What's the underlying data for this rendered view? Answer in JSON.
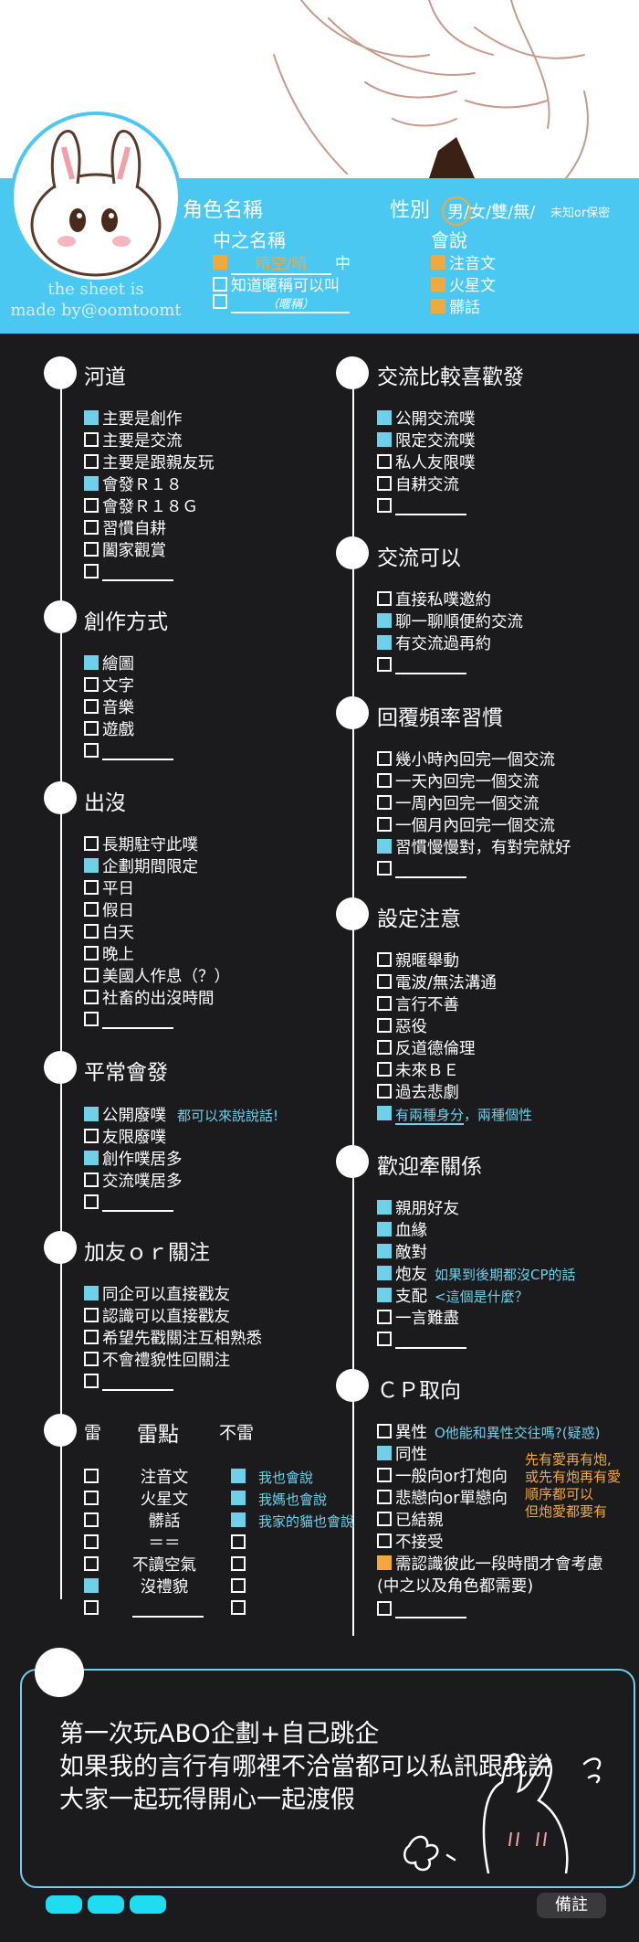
{
  "header": {
    "char_name": "角色名稱",
    "gender": {
      "label": "性別",
      "options": "男/女/雙/無/",
      "small": "未知or保密"
    },
    "nickname": {
      "title": "中之名稱",
      "line1_value": "晴空/晴",
      "line1_suffix": "中",
      "line2": "知道暱稱可以叫",
      "line3_placeholder": "（暱稱）"
    },
    "speak": {
      "title": "會說",
      "items": [
        "注音文",
        "火星文",
        "髒話"
      ]
    },
    "credit": [
      "the sheet is",
      "made by@oomtoomt"
    ]
  },
  "sections": {
    "hedao": {
      "title": "河道",
      "items": [
        "主要是創作",
        "主要是交流",
        "主要是跟親友玩",
        "會發Ｒ１８",
        "會發Ｒ１８Ｇ",
        "習慣自耕",
        "闔家觀賞"
      ]
    },
    "creation": {
      "title": "創作方式",
      "items": [
        "繪圖",
        "文字",
        "音樂",
        "遊戲"
      ]
    },
    "appear": {
      "title": "出沒",
      "items": [
        "長期駐守此噗",
        "企劃期間限定",
        "平日",
        "假日",
        "白天",
        "晚上",
        "美國人作息（？）",
        "社畜的出沒時間"
      ]
    },
    "usual": {
      "title": "平常會發",
      "items": [
        "公開廢噗",
        "友限廢噗",
        "創作噗居多",
        "交流噗居多"
      ],
      "note": "都可以來說說話!"
    },
    "follow": {
      "title": "加友ｏｒ關注",
      "items": [
        "同企可以直接戳友",
        "認識可以直接戳友",
        "希望先戳關注互相熟悉",
        "不會禮貌性回關注"
      ]
    },
    "thunder": {
      "headers": [
        "雷",
        "雷點",
        "不雷"
      ],
      "rows": [
        "注音文",
        "火星文",
        "髒話",
        "＝＝",
        "不讀空氣",
        "沒禮貌"
      ],
      "notes": [
        "我也會說",
        "我媽也會說",
        "我家的貓也會說"
      ]
    },
    "exchange_pref": {
      "title": "交流比較喜歡發",
      "items": [
        "公開交流噗",
        "限定交流噗",
        "私人友限噗",
        "自耕交流"
      ]
    },
    "exchange_ok": {
      "title": "交流可以",
      "items": [
        "直接私噗邀約",
        "聊一聊順便約交流",
        "有交流過再約"
      ]
    },
    "reply": {
      "title": "回覆頻率習慣",
      "items": [
        "幾小時內回完一個交流",
        "一天內回完一個交流",
        "一周內回完一個交流",
        "一個月內回完一個交流",
        "習慣慢慢對，有對完就好"
      ]
    },
    "setting": {
      "title": "設定注意",
      "items": [
        "親暱舉動",
        "電波/無法溝通",
        "言行不善",
        "惡役",
        "反道德倫理",
        "未來ＢＥ",
        "過去悲劇"
      ],
      "last_a": "有兩種身分",
      "last_b": "，兩種個性"
    },
    "relation": {
      "title": "歡迎牽關係",
      "items": [
        "親朋好友",
        "血緣",
        "敵對",
        "炮友",
        "支配",
        "一言難盡"
      ],
      "note_pao": "如果到後期都沒CP的話",
      "note_zhi": "<這個是什麼？"
    },
    "cp": {
      "title": "ＣＰ取向",
      "items": [
        "異性",
        "同性",
        "一般向or打炮向",
        "悲戀向or單戀向",
        "已結親",
        "不接受"
      ],
      "note_yi": "O他能和異性交往嗎?(疑惑)",
      "note_right": [
        "先有愛再有炮,",
        "或先有炮再有愛",
        "順序都可以",
        "但炮愛都要有"
      ],
      "last": "需認識彼此一段時間才會考慮",
      "last2": "(中之以及角色都需要)"
    }
  },
  "remark": {
    "lines": [
      "第一次玩ABO企劃+自己跳企",
      "如果我的言行有哪裡不洽當都可以私訊跟我說",
      "大家一起玩得開心一起渡假"
    ],
    "label": "備註"
  },
  "colors": {
    "accent": "#4bc8f2",
    "check": "#6fd0ea",
    "orange": "#f2a93b",
    "bg": "#1b1b1d"
  }
}
